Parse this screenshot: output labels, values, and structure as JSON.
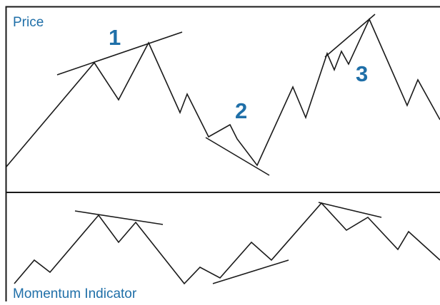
{
  "labels": {
    "top_panel": "Price",
    "bottom_panel": "Momentum Indicator",
    "marker_1": "1",
    "marker_2": "2",
    "marker_3": "3"
  },
  "colors": {
    "label": "#1f6fa8",
    "marker": "#1f6fa8",
    "line": "#1a1a1a",
    "border": "#1a1a1a",
    "background": "#ffffff"
  }
}
